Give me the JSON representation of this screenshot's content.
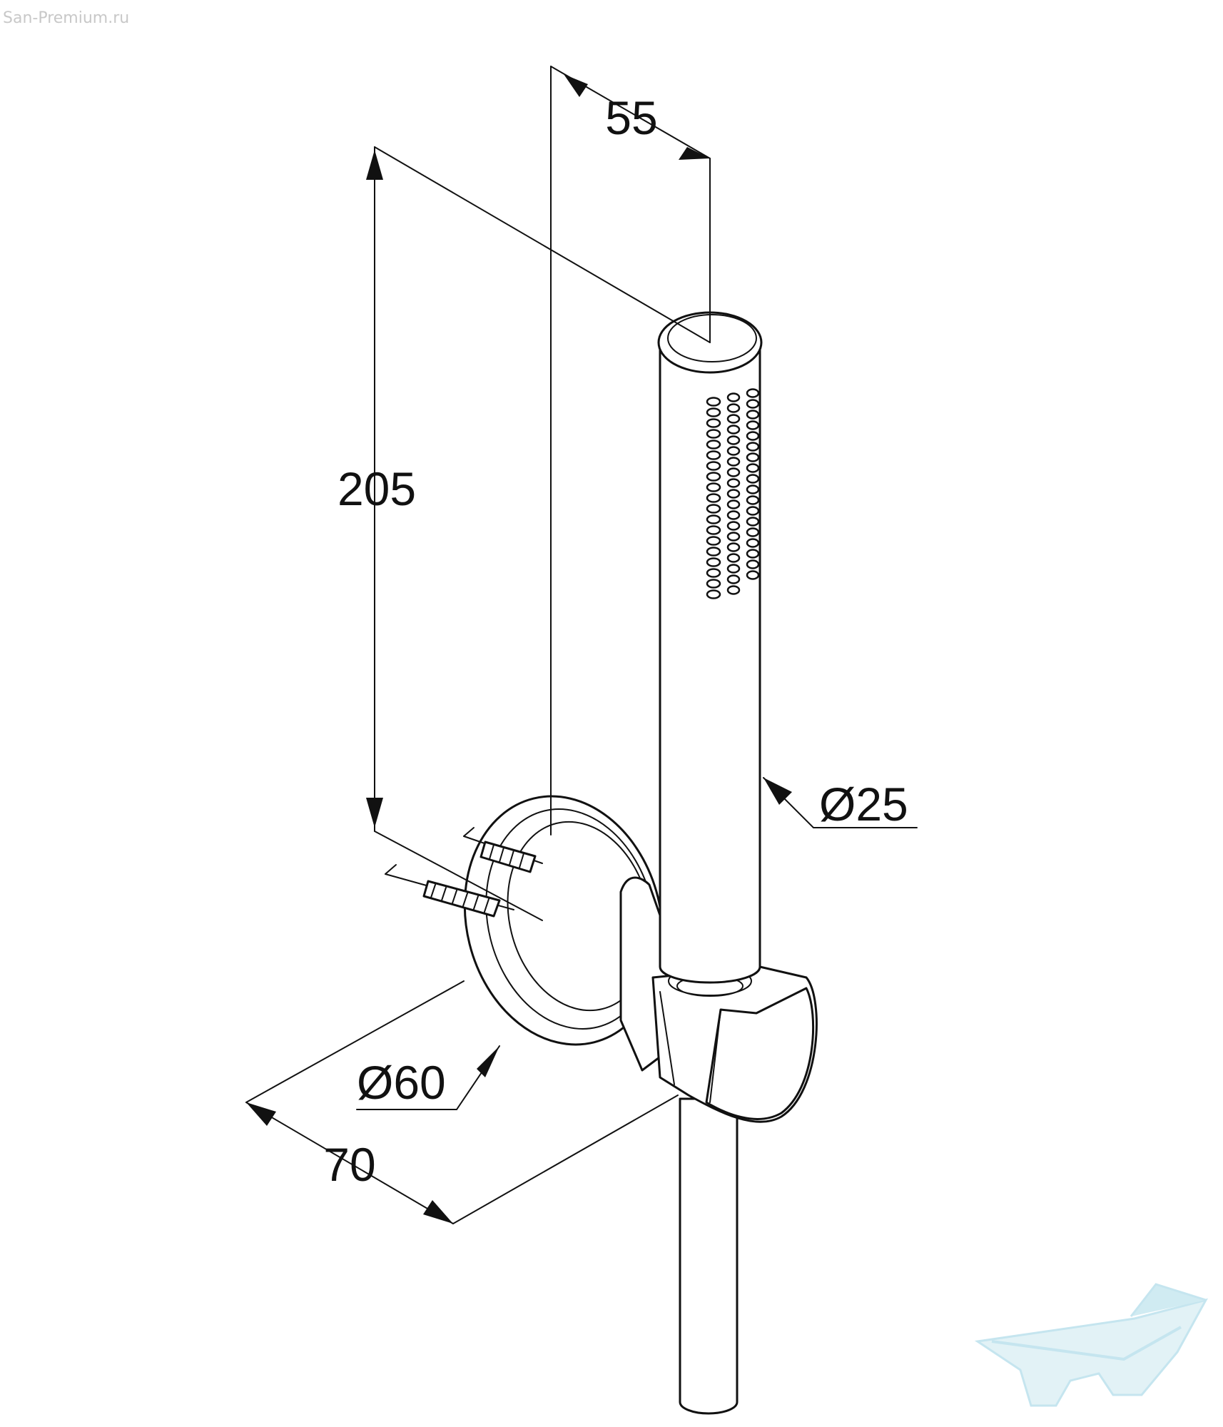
{
  "watermark": {
    "site": "San-Premium.ru"
  },
  "dimensions": {
    "depth_label": "55",
    "height_label": "205",
    "handle_diameter_label": "Ø25",
    "bracket_diameter_label": "Ø60",
    "projection_label": "70"
  },
  "colors": {
    "line": "#111111",
    "background": "#ffffff",
    "watermark": "#c8c8c8",
    "logo": "#bfe3ee"
  },
  "icons": {
    "logo": "bathtub-logo-icon"
  }
}
